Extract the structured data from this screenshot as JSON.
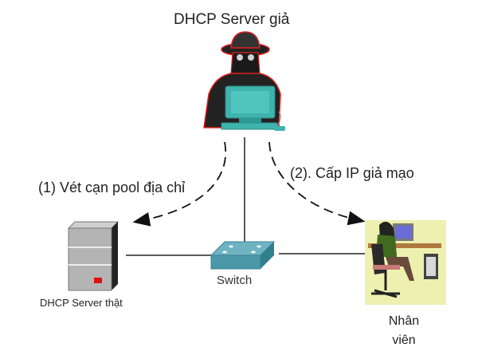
{
  "diagram": {
    "title": "DHCP Server giả",
    "nodes": {
      "fake_server": {
        "label": "DHCP Server giả",
        "icon": "hacker-computer-icon"
      },
      "real_server": {
        "label": "DHCP Server thật",
        "icon": "server-tower-icon"
      },
      "switch": {
        "label": "Switch",
        "icon": "network-switch-icon"
      },
      "employee": {
        "label_line1": "Nhân",
        "label_line2": "viên",
        "icon": "employee-desk-icon"
      }
    },
    "edges": [
      {
        "from": "fake_server",
        "to": "switch",
        "style": "solid"
      },
      {
        "from": "real_server",
        "to": "switch",
        "style": "solid"
      },
      {
        "from": "switch",
        "to": "employee",
        "style": "solid"
      },
      {
        "from": "fake_server",
        "to": "real_server",
        "style": "dashed-arrow",
        "label": "(1) Vét cạn pool địa chỉ"
      },
      {
        "from": "fake_server",
        "to": "employee",
        "style": "dashed-arrow",
        "label": "(2). Cấp IP giả mạo"
      }
    ],
    "colors": {
      "hacker_outline": "#e02020",
      "monitor": "#3fb3ad",
      "switch": "#4a98a8",
      "server_body": "#b4b4b4",
      "server_led": "#e01010",
      "employee_bg": "#eef0b0"
    }
  }
}
